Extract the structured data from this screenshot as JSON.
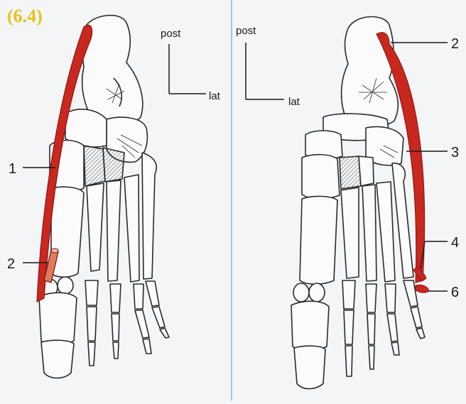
{
  "figure_label": "(6.4)",
  "colors": {
    "muscle": "#c8281e",
    "muscle_dark": "#8f1712",
    "bone_outline": "#2a2a2a",
    "background": "#f3f5f7",
    "divider": "#9fcbe3",
    "figure_label": "#e8c21a"
  },
  "left_panel": {
    "orientation": {
      "post": "post",
      "lat": "lat"
    },
    "callouts": [
      "1",
      "2"
    ]
  },
  "right_panel": {
    "orientation": {
      "post": "post",
      "lat": "lat"
    },
    "callouts": [
      "2",
      "3",
      "4",
      "6"
    ]
  }
}
